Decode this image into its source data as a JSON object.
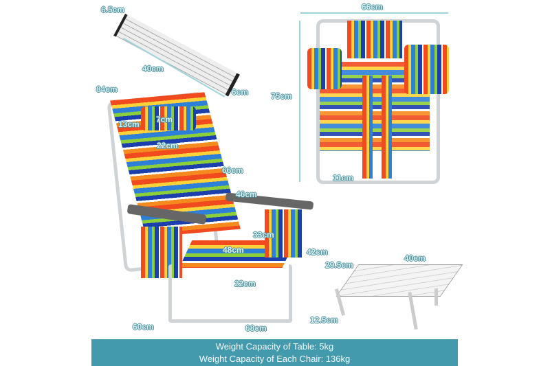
{
  "labels": {
    "table_folded_height": "6.5cm",
    "table_folded_length": "40cm",
    "table_folded_width": "6cm",
    "chair_height": "84cm",
    "pillow_height": "13cm",
    "pillow_inner": "7cm",
    "pillow_width": "22cm",
    "back_length": "66cm",
    "armrest_length": "46cm",
    "armrest_gap": "33cm",
    "seat_width": "48cm",
    "seat_height": "22cm",
    "arm_height": "42cm",
    "chair_depth": "60cm",
    "chair_width": "68cm",
    "folded_width": "66cm",
    "folded_height": "75cm",
    "folded_thickness": "11cm",
    "table_length": "40cm",
    "table_width": "29.5cm",
    "table_height": "12.5cm"
  },
  "banner": {
    "line1": "Weight Capacity of Table:  5kg",
    "line2": "Weight Capacity of Each Chair:  136kg"
  },
  "colors": {
    "banner": "#449aad",
    "label_fill": "#d6f0f3",
    "label_outline": "#4b8d98"
  }
}
